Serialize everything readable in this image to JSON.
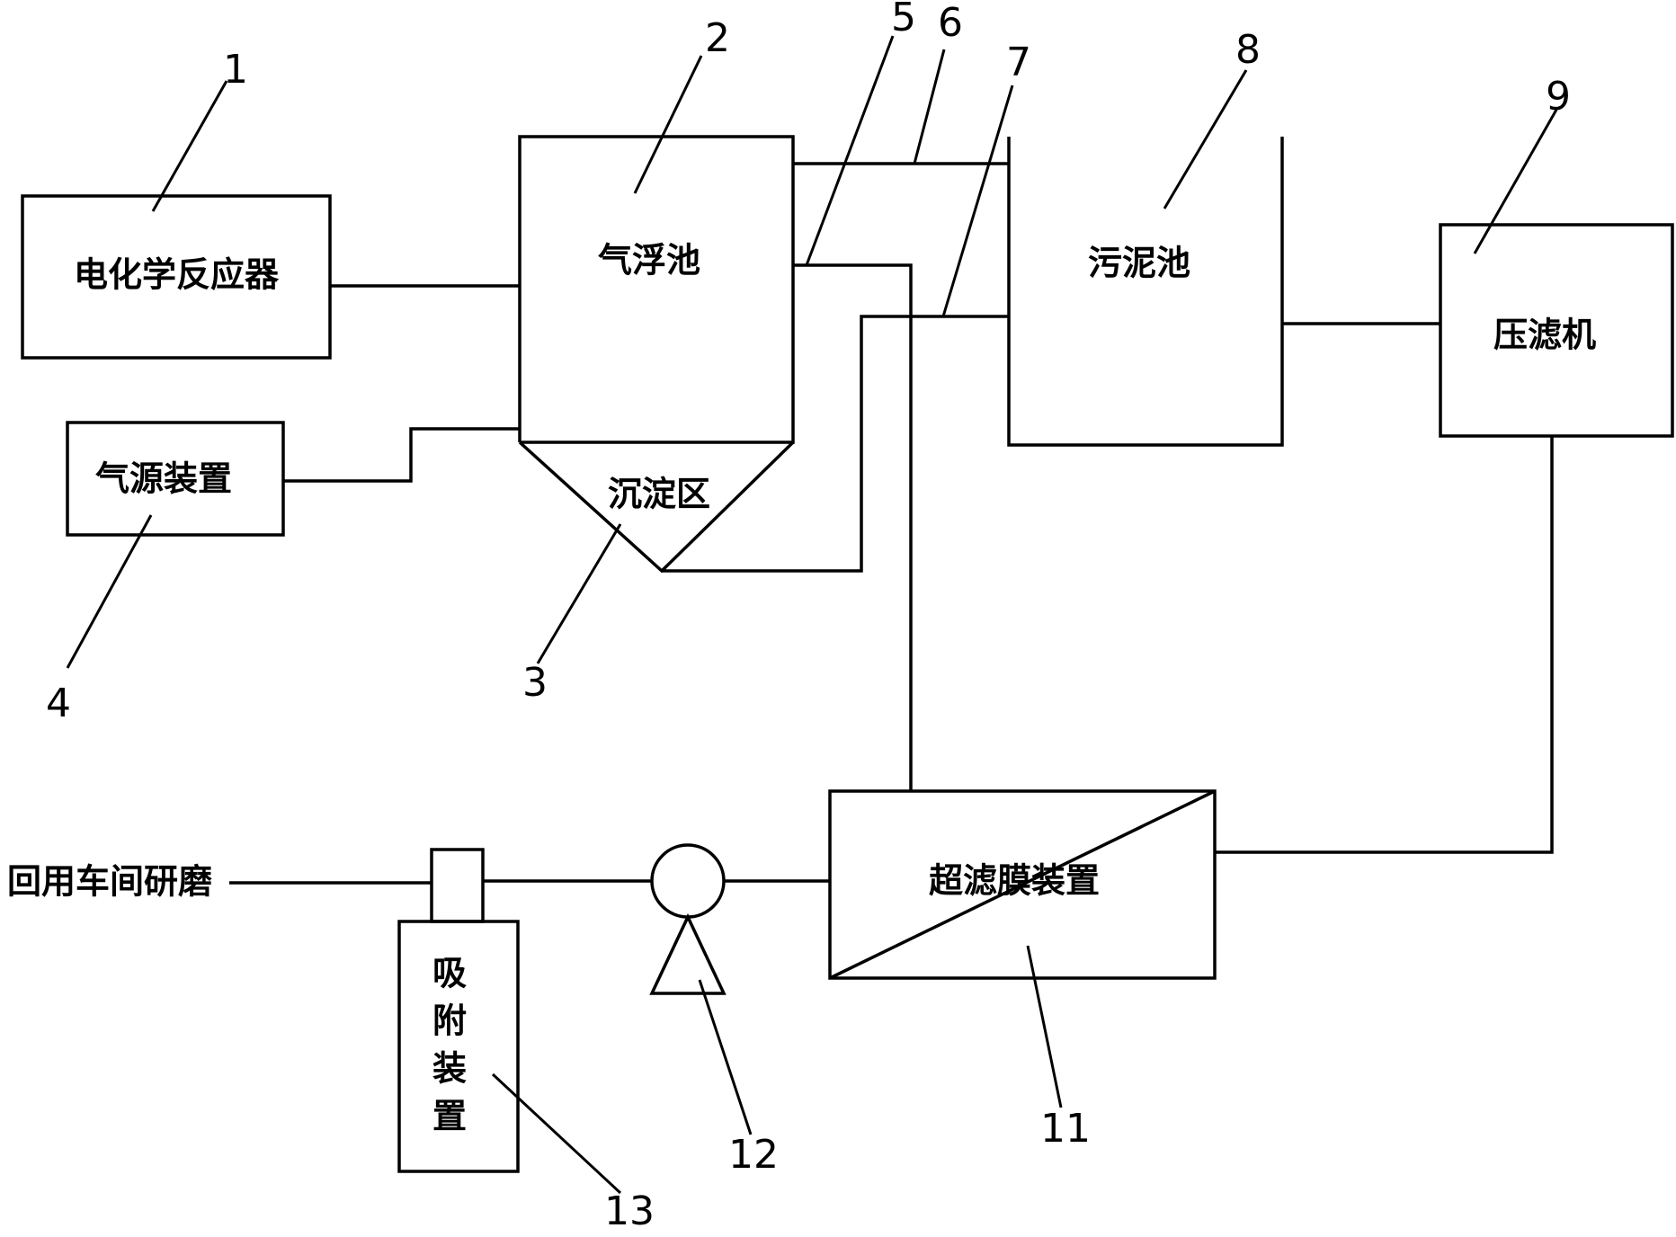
{
  "components": {
    "reactor": "电化学反应器",
    "flotation_tank": "气浮池",
    "sedimentation_zone": "沉淀区",
    "air_source": "气源装置",
    "sludge_tank": "污泥池",
    "filter_press": "压滤机",
    "ultrafiltration": "超滤膜装置",
    "adsorption": [
      "吸",
      "附",
      "装",
      "置"
    ],
    "reuse_outlet": "回用车间研磨"
  },
  "reference_numbers": {
    "n1": "1",
    "n2": "2",
    "n3": "3",
    "n4": "4",
    "n5": "5",
    "n6": "6",
    "n7": "7",
    "n8": "8",
    "n9": "9",
    "n11": "11",
    "n12": "12",
    "n13": "13"
  }
}
